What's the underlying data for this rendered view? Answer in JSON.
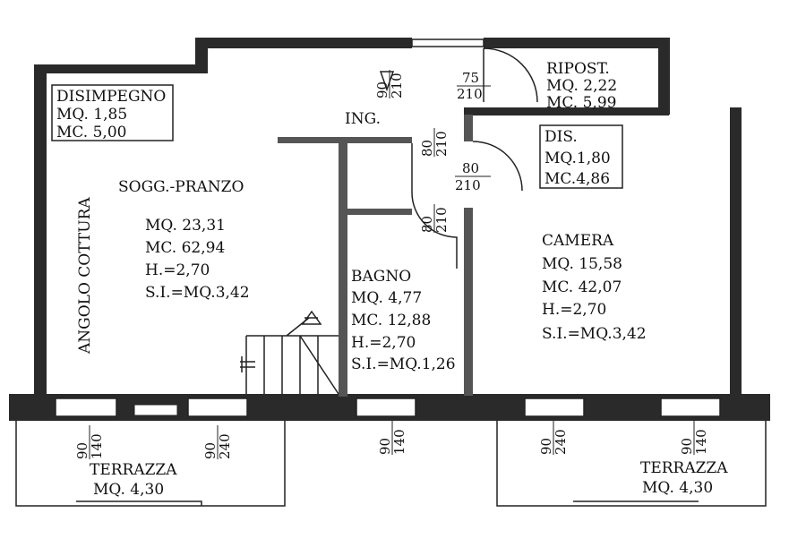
{
  "rooms": {
    "disimpegno": {
      "name": "DISIMPEGNO",
      "mq": "MQ. 1,85",
      "mc": "MC. 5,00"
    },
    "soggiorno": {
      "name": "SOGG.-PRANZO",
      "mq": "MQ. 23,31",
      "mc": "MC. 62,94",
      "h": "H.=2,70",
      "si": "S.I.=MQ.3,42"
    },
    "angolo_cottura": {
      "name": "ANGOLO COTTURA"
    },
    "ingresso": {
      "name": "ING."
    },
    "ripostiglio": {
      "name": "RIPOST.",
      "mq": "MQ. 2,22",
      "mc": "MC. 5,99"
    },
    "dis": {
      "name": "DIS.",
      "mq": "MQ.1,80",
      "mc": "MC.4,86"
    },
    "bagno": {
      "name": "BAGNO",
      "mq": "MQ. 4,77",
      "mc": "MC. 12,88",
      "h": "H.=2,70",
      "si": "S.I.=MQ.1,26"
    },
    "camera": {
      "name": "CAMERA",
      "mq": "MQ. 15,58",
      "mc": "MC. 42,07",
      "h": "H.=2,70",
      "si": "S.I.=MQ.3,42"
    },
    "terrazza_left": {
      "name": "TERRAZZA",
      "mq": "MQ. 4,30"
    },
    "terrazza_right": {
      "name": "TERRAZZA",
      "mq": "MQ. 4,30"
    }
  },
  "openings": [
    {
      "w": "90",
      "h": "210"
    },
    {
      "w": "75",
      "h": "210"
    },
    {
      "w": "80",
      "h": "210"
    },
    {
      "w": "80",
      "h": "210"
    },
    {
      "w": "80",
      "h": "210"
    },
    {
      "w": "90",
      "h": "140"
    },
    {
      "w": "90",
      "h": "240"
    },
    {
      "w": "90",
      "h": "140"
    },
    {
      "w": "90",
      "h": "240"
    },
    {
      "w": "90",
      "h": "140"
    }
  ]
}
